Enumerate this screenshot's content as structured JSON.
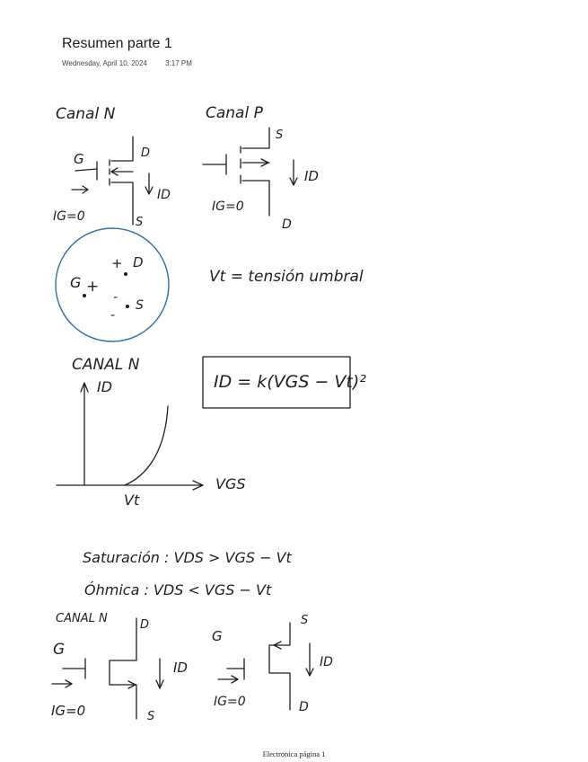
{
  "page": {
    "title": "Resumen parte 1",
    "date": "Wednesday, April 10, 2024",
    "time": "3:17 PM",
    "footer": "Electronica página 1"
  },
  "ink": {
    "canal_n_title": "Canal N",
    "canal_p_title": "Canal P",
    "gate": "G",
    "drain": "D",
    "source": "S",
    "id": "ID",
    "ig_zero": "IG=0",
    "plus": "+",
    "minus": "-",
    "vt_def": "Vt = tensión umbral",
    "canal_n_upper": "CANAL N",
    "curve_y": "ID",
    "curve_x": "VGS",
    "curve_vt": "Vt",
    "equation": "ID = k(VGS − Vt)²",
    "saturacion": "Saturación : VDS > VGS − Vt",
    "ohmica": "Óhmica : VDS < VGS − Vt",
    "canal_n_bottom": "CANAL N"
  },
  "colors": {
    "ink": "#1e1e1e",
    "circle": "#2f6ea5"
  }
}
